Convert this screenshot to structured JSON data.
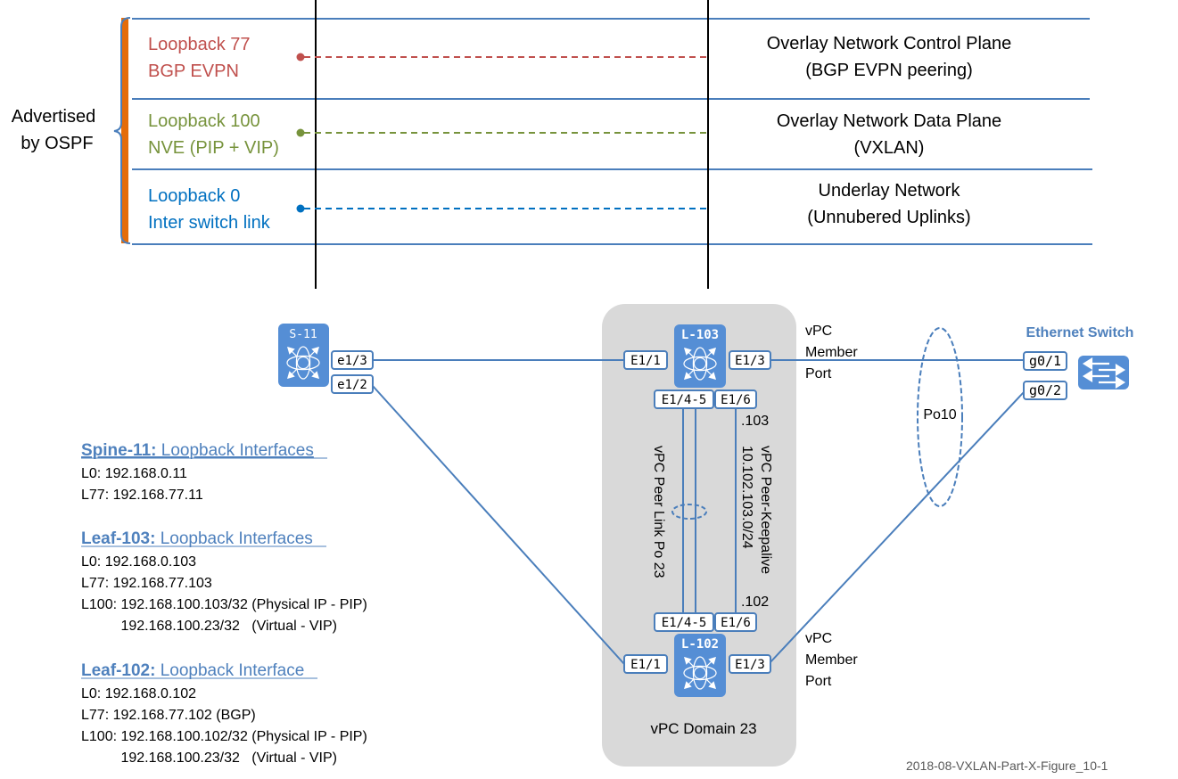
{
  "colors": {
    "red": "#c0504d",
    "green": "#77933c",
    "blue": "#0070c0",
    "line_blue": "#4a7ebb",
    "orange": "#e46c0a",
    "device_blue": "#558ed5",
    "domain_gray": "#d9d9d9",
    "heading_blue": "#4f81bd"
  },
  "layers": {
    "bracket_label_line1": "Advertised",
    "bracket_label_line2": "by OSPF",
    "rows": [
      {
        "name_line1": "Loopback 77",
        "name_line2": "BGP EVPN",
        "desc_line1": "Overlay  Network Control Plane",
        "desc_line2": "(BGP EVPN peering)",
        "color": "#c0504d"
      },
      {
        "name_line1": "Loopback 100",
        "name_line2": "NVE (PIP + VIP)",
        "desc_line1": "Overlay  Network Data Plane",
        "desc_line2": "(VXLAN)",
        "color": "#77933c"
      },
      {
        "name_line1": "Loopback 0",
        "name_line2": "Inter switch link",
        "desc_line1": "Underlay Network",
        "desc_line2": "(Unnubered Uplinks)",
        "color": "#0070c0"
      }
    ]
  },
  "devices": {
    "spine": {
      "label": "S-11",
      "ports": {
        "e13": "e1/3",
        "e12": "e1/2"
      }
    },
    "leaf103": {
      "label": "L-103",
      "ports": {
        "e11": "E1/1",
        "e13": "E1/3",
        "e145": "E1/4-5",
        "e16": "E1/6"
      },
      "keepalive_ip": ".103"
    },
    "leaf102": {
      "label": "L-102",
      "ports": {
        "e11": "E1/1",
        "e13": "E1/3",
        "e145": "E1/4-5",
        "e16": "E1/6"
      },
      "keepalive_ip": ".102"
    },
    "ethernet_switch": {
      "label": "Ethernet Switch",
      "ports": {
        "g01": "g0/1",
        "g02": "g0/2"
      }
    }
  },
  "labels": {
    "vpc_member_port_top": [
      "vPC",
      "Member",
      "Port"
    ],
    "vpc_member_port_bottom": [
      "vPC",
      "Member",
      "Port"
    ],
    "po10": "Po10",
    "peer_link": "vPC Peer Link  Po 23",
    "peer_keepalive_line1": "vPC Peer-Keepalive",
    "peer_keepalive_line2": "10.102.103.0/24",
    "vpc_domain": "vPC Domain 23",
    "figure_id": "2018-08-VXLAN-Part-X-Figure_10-1"
  },
  "loopback_info": [
    {
      "heading_bold": "Spine-11:",
      "heading_rest": " Loopback Interfaces",
      "lines": [
        "L0: 192.168.0.11",
        "L77: 192.168.77.11"
      ]
    },
    {
      "heading_bold": "Leaf-103:",
      "heading_rest": " Loopback Interfaces",
      "lines": [
        "L0: 192.168.0.103",
        "L77: 192.168.77.103",
        "L100: 192.168.100.103/32 (Physical IP - PIP)",
        "          192.168.100.23/32   (Virtual - VIP)"
      ]
    },
    {
      "heading_bold": "Leaf-102:",
      "heading_rest": " Loopback Interface",
      "lines": [
        "L0: 192.168.0.102",
        "L77: 192.168.77.102 (BGP)",
        "L100: 192.168.100.102/32 (Physical IP - PIP)",
        "          192.168.100.23/32   (Virtual - VIP)"
      ]
    }
  ]
}
